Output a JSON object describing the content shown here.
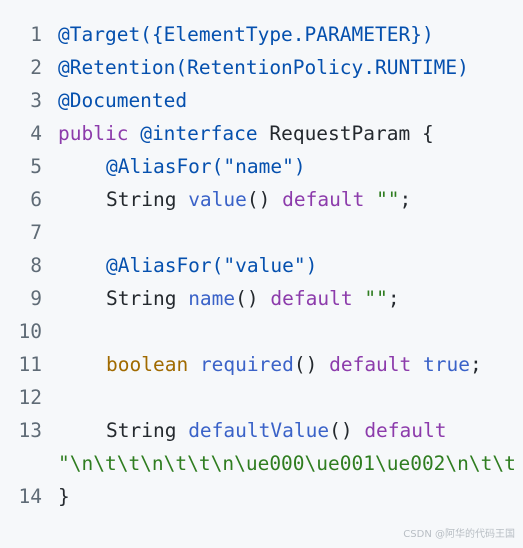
{
  "code": {
    "lines": [
      {
        "num": "1",
        "tokens": [
          {
            "t": "@Target({ElementType.PARAMETER})",
            "c": "ann"
          }
        ]
      },
      {
        "num": "2",
        "tokens": [
          {
            "t": "@Retention(RetentionPolicy.RUNTIME)",
            "c": "ann"
          }
        ]
      },
      {
        "num": "3",
        "tokens": [
          {
            "t": "@Documented",
            "c": "ann"
          }
        ]
      },
      {
        "num": "4",
        "tokens": [
          {
            "t": "public",
            "c": "kw"
          },
          {
            "t": " ",
            "c": "plain"
          },
          {
            "t": "@interface",
            "c": "ann"
          },
          {
            "t": " RequestParam {",
            "c": "plain"
          }
        ]
      },
      {
        "num": "5",
        "indent": true,
        "tokens": [
          {
            "t": "@AliasFor(\"name\")",
            "c": "ann"
          }
        ]
      },
      {
        "num": "6",
        "indent": true,
        "tokens": [
          {
            "t": "String ",
            "c": "plain"
          },
          {
            "t": "value",
            "c": "fn"
          },
          {
            "t": "() ",
            "c": "plain"
          },
          {
            "t": "default",
            "c": "kw"
          },
          {
            "t": " ",
            "c": "plain"
          },
          {
            "t": "\"\"",
            "c": "str"
          },
          {
            "t": ";",
            "c": "plain"
          }
        ]
      },
      {
        "num": "7",
        "tokens": []
      },
      {
        "num": "8",
        "indent": true,
        "tokens": [
          {
            "t": "@AliasFor(\"value\")",
            "c": "ann"
          }
        ]
      },
      {
        "num": "9",
        "indent": true,
        "tokens": [
          {
            "t": "String ",
            "c": "plain"
          },
          {
            "t": "name",
            "c": "fn"
          },
          {
            "t": "() ",
            "c": "plain"
          },
          {
            "t": "default",
            "c": "kw"
          },
          {
            "t": " ",
            "c": "plain"
          },
          {
            "t": "\"\"",
            "c": "str"
          },
          {
            "t": ";",
            "c": "plain"
          }
        ]
      },
      {
        "num": "10",
        "tokens": []
      },
      {
        "num": "11",
        "indent": true,
        "tokens": [
          {
            "t": "boolean",
            "c": "ty"
          },
          {
            "t": " ",
            "c": "plain"
          },
          {
            "t": "required",
            "c": "fn"
          },
          {
            "t": "() ",
            "c": "plain"
          },
          {
            "t": "default",
            "c": "kw"
          },
          {
            "t": " ",
            "c": "plain"
          },
          {
            "t": "true",
            "c": "fn"
          },
          {
            "t": ";",
            "c": "plain"
          }
        ]
      },
      {
        "num": "12",
        "tokens": []
      },
      {
        "num": "13",
        "indent": true,
        "tokens": [
          {
            "t": "String ",
            "c": "plain"
          },
          {
            "t": "defaultValue",
            "c": "fn"
          },
          {
            "t": "() ",
            "c": "plain"
          },
          {
            "t": "default",
            "c": "kw"
          }
        ],
        "wrap": [
          {
            "t": "\"\\n\\t\\t\\n\\t\\t\\n\\ue000\\ue001\\ue002\\n\\t\\t",
            "c": "str"
          }
        ]
      },
      {
        "num": "14",
        "tokens": [
          {
            "t": "}",
            "c": "plain"
          }
        ]
      }
    ]
  },
  "watermark": "CSDN @阿华的代码王国"
}
